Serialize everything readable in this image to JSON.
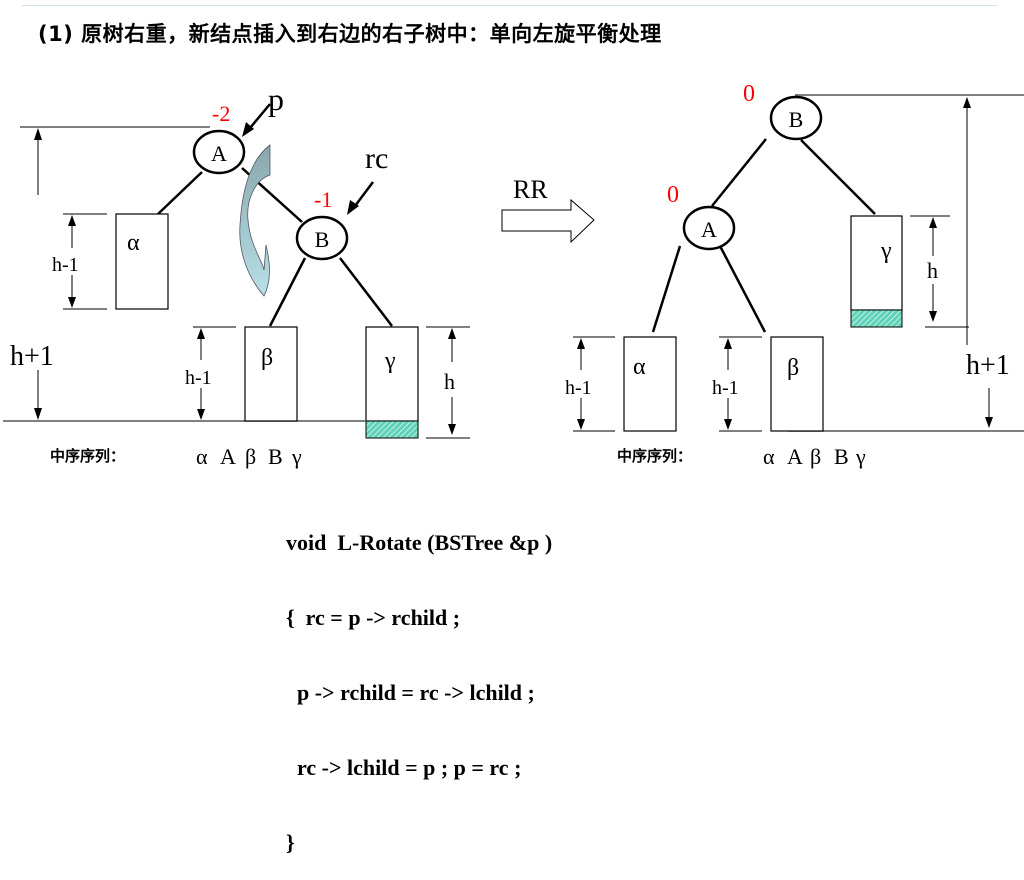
{
  "title": "(1) 原树右重，新结点插入到右边的右子树中：单向左旋平衡处理",
  "colors": {
    "balance_factor": "#ff0000",
    "hatch_fill": "#5fd3b8",
    "curved_arrow_top": "#8aa6ad",
    "curved_arrow_bottom": "#b8e0e6",
    "line": "#000000"
  },
  "before": {
    "node_a": {
      "label": "A",
      "balance": "-2",
      "pointer": "p"
    },
    "node_b": {
      "label": "B",
      "balance": "-1",
      "pointer": "rc"
    },
    "subtrees": [
      {
        "label": "α",
        "height": "h-1"
      },
      {
        "label": "β",
        "height": "h-1"
      },
      {
        "label": "γ",
        "height": "h"
      }
    ],
    "total_height": "h+1",
    "inorder_label": "中序序列：",
    "inorder_seq": [
      "α",
      "A",
      "β",
      "B",
      "γ"
    ]
  },
  "transform": {
    "label": "RR"
  },
  "after": {
    "node_b": {
      "label": "B",
      "balance": "0"
    },
    "node_a": {
      "label": "A",
      "balance": "0"
    },
    "subtrees": [
      {
        "label": "α",
        "height": "h-1"
      },
      {
        "label": "β",
        "height": "h-1"
      },
      {
        "label": "γ",
        "height": "h"
      }
    ],
    "total_height": "h+1",
    "inorder_label": "中序序列：",
    "inorder_seq": [
      "α",
      "A",
      "β",
      "B",
      "γ"
    ]
  },
  "code": {
    "lines": [
      "void  L-Rotate (BSTree &p )",
      "{  rc = p -> rchild ;",
      "  p -> rchild = rc -> lchild ;",
      "  rc -> lchild = p ; p = rc ;",
      "}"
    ]
  }
}
